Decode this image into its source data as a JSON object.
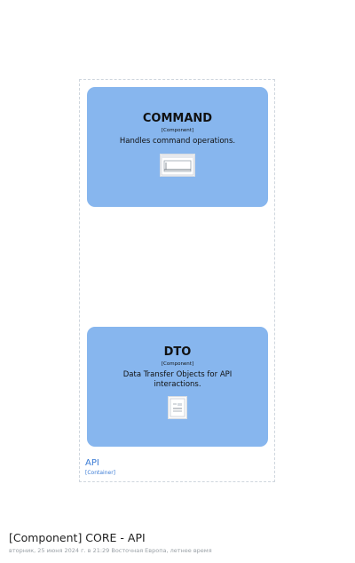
{
  "diagram": {
    "boundary": {
      "name": "API",
      "type": "[Container]"
    },
    "components": [
      {
        "title": "COMMAND",
        "type": "[Component]",
        "description": "Handles command operations.",
        "icon": "window-screenshot-icon"
      },
      {
        "title": "DTO",
        "type": "[Component]",
        "description": "Data Transfer Objects for API interactions.",
        "icon": "document-icon"
      }
    ]
  },
  "footer": {
    "title": "[Component] CORE - API",
    "subtitle": "вторник, 25 июня 2024 г. в 21:29 Восточная Европа, летнее время"
  },
  "colors": {
    "component_fill": "#87b6ee",
    "boundary_label": "#3a7bd5",
    "boundary_border": "#cfd6de"
  }
}
